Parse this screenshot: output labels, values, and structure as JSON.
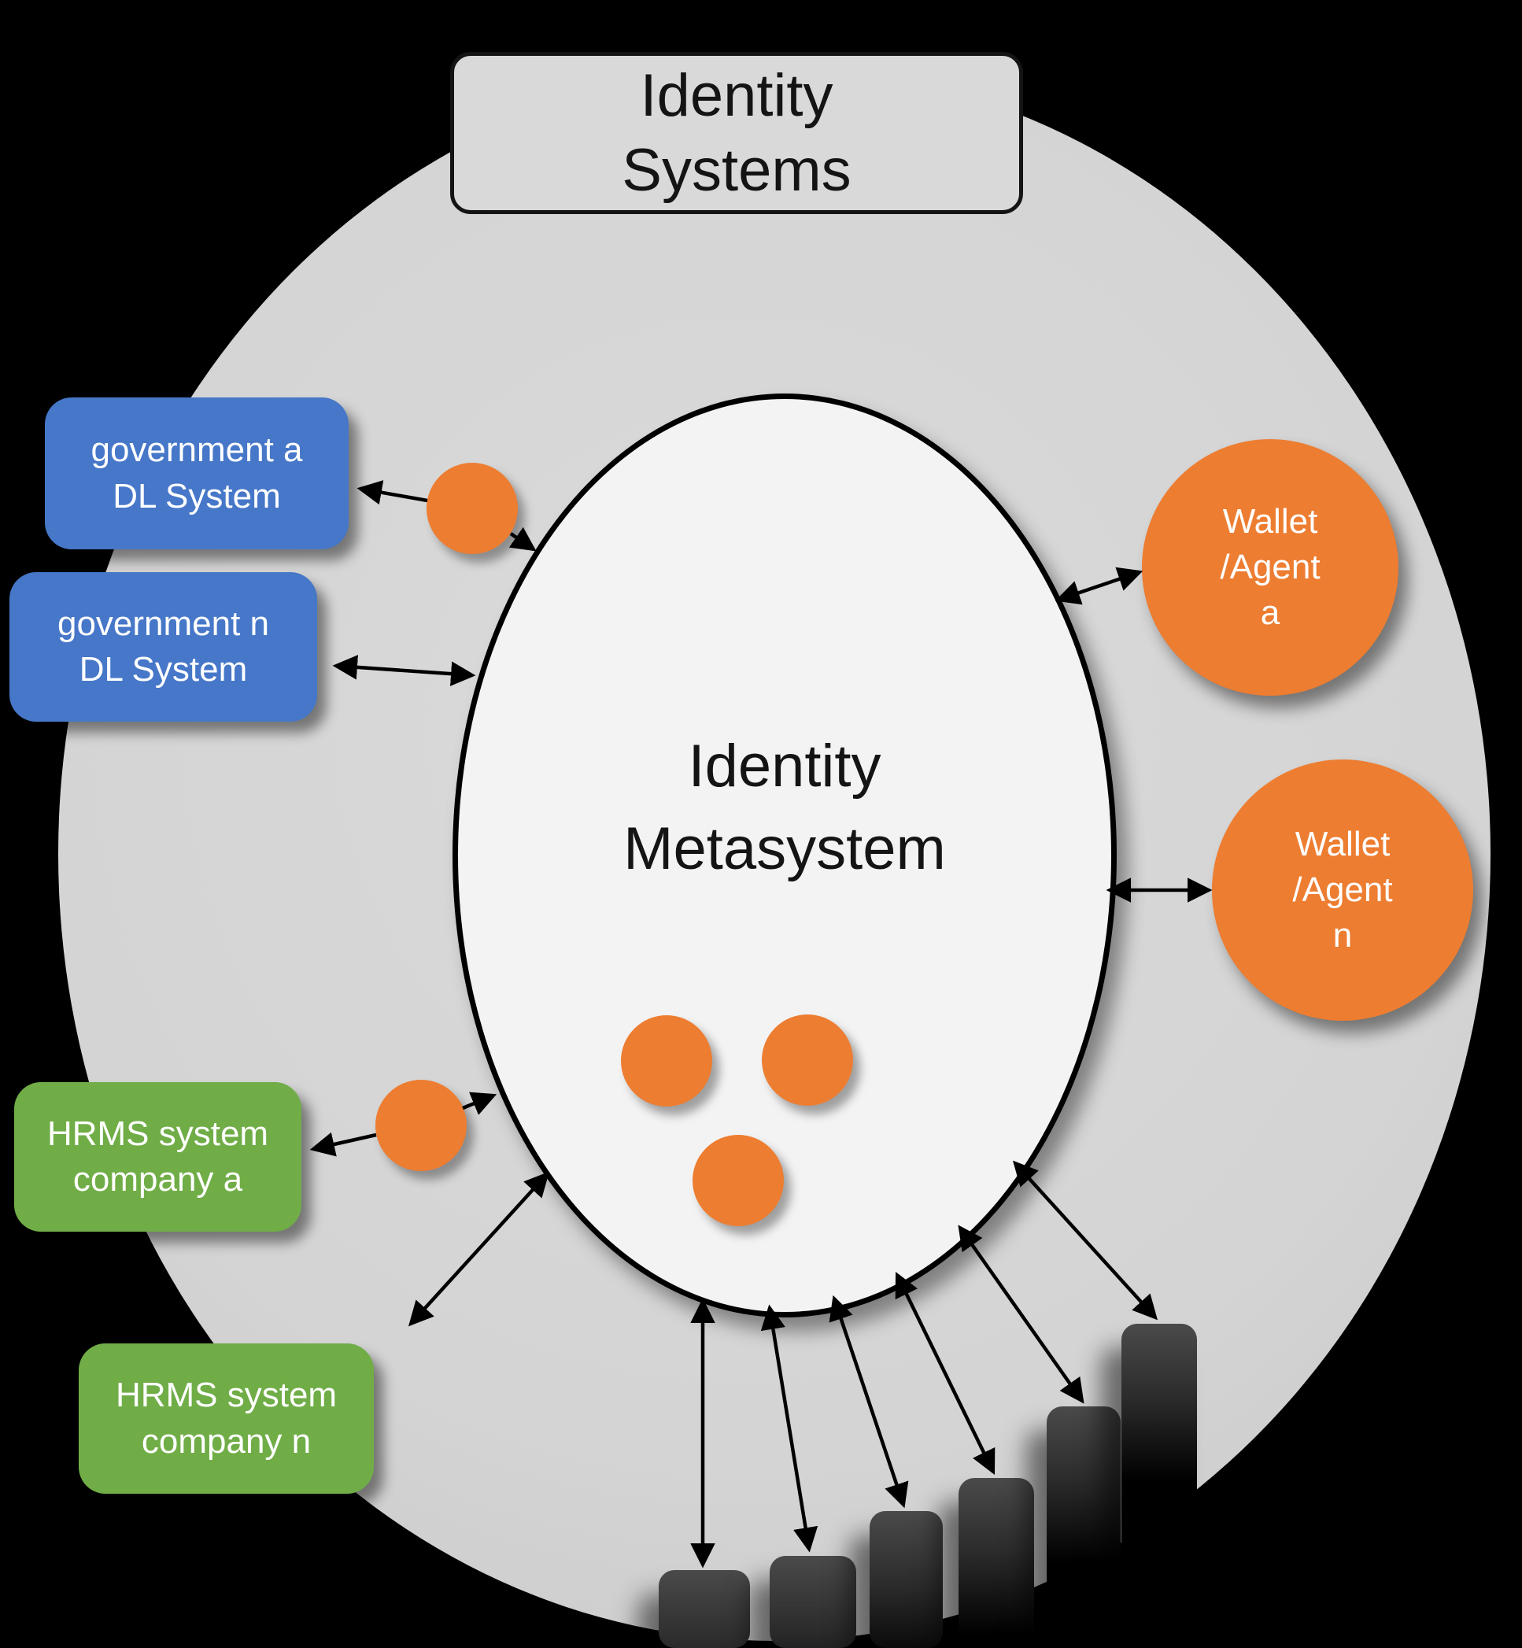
{
  "diagram": {
    "title": {
      "line1": "Identity",
      "line2": "Systems"
    },
    "metasystem": {
      "line1": "Identity",
      "line2": "Metasystem"
    },
    "systems": [
      {
        "line1": "government a",
        "line2": "DL System",
        "type": "government"
      },
      {
        "line1": "government n",
        "line2": "DL System",
        "type": "government"
      },
      {
        "line1": "HRMS system",
        "line2": "company a",
        "type": "company"
      },
      {
        "line1": "HRMS system",
        "line2": "company n",
        "type": "company"
      }
    ],
    "wallets": [
      {
        "line1": "Wallet",
        "line2": "/Agent",
        "line3": "a"
      },
      {
        "line1": "Wallet",
        "line2": "/Agent",
        "line3": "n"
      }
    ],
    "colors": {
      "background": "#000000",
      "outer_circle": "#d6d6d6",
      "metasystem_fill": "#f3f3f3",
      "government_box": "#4677c8",
      "company_box": "#70ad47",
      "wallet_circle": "#ed7d31",
      "connector_dot": "#ed7d31",
      "dark_box": "#3d3d3d",
      "arrow": "#000000"
    }
  }
}
